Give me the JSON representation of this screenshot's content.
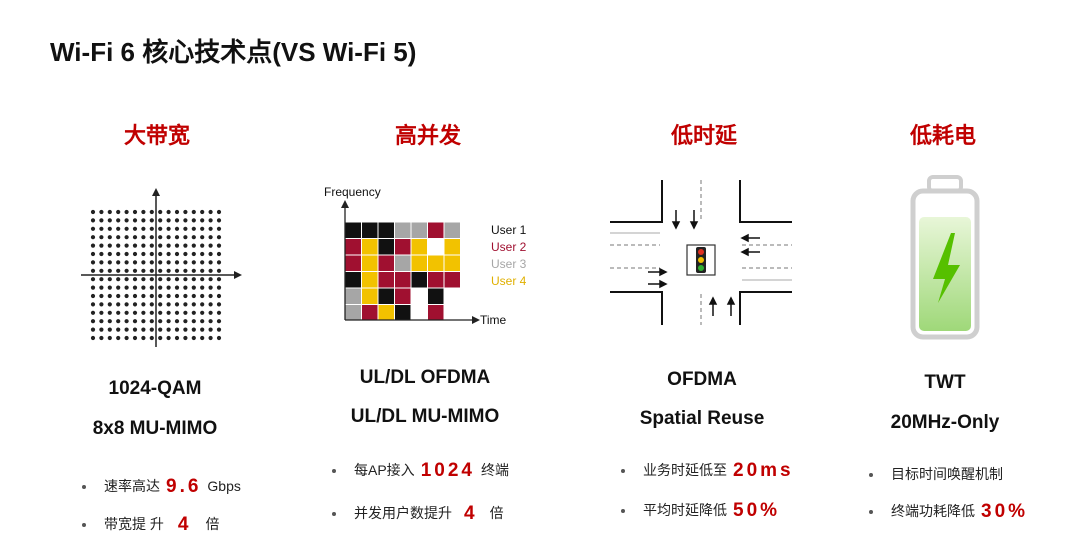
{
  "title": "Wi-Fi 6 核心技术点(VS Wi-Fi 5)",
  "columns": [
    {
      "heading": "大带宽",
      "tech": [
        "1024-QAM",
        "8x8 MU-MIMO"
      ],
      "bullets": [
        {
          "pre": "速率高达",
          "hl": "9.6",
          "post": "Gbps"
        },
        {
          "pre": "带宽提 升",
          "hl": "4",
          "post": "倍"
        }
      ]
    },
    {
      "heading": "高并发",
      "tech": [
        "UL/DL OFDMA",
        "UL/DL MU-MIMO"
      ],
      "bullets": [
        {
          "pre": "每AP接入",
          "hl": "1024",
          "post": "终端"
        },
        {
          "pre": "并发用户数提升",
          "hl": "4",
          "post": "倍"
        }
      ]
    },
    {
      "heading": "低时延",
      "tech": [
        "OFDMA",
        "Spatial Reuse"
      ],
      "bullets": [
        {
          "pre": "业务时延低至",
          "hl": "20ms",
          "post": ""
        },
        {
          "pre": "平均时延降低",
          "hl": "50%",
          "post": ""
        }
      ]
    },
    {
      "heading": "低耗电",
      "tech": [
        "TWT",
        "20MHz-Only"
      ],
      "bullets": [
        {
          "pre": "目标时间唤醒机制",
          "hl": "",
          "post": ""
        },
        {
          "pre": "终端功耗降低",
          "hl": "30%",
          "post": ""
        }
      ]
    }
  ],
  "ofdma_diagram": {
    "y_label": "Frequency",
    "x_label": "Time",
    "legend": [
      "User 1",
      "User 2",
      "User 3",
      "User 4"
    ],
    "colors": {
      "user1": "#111111",
      "user2": "#a01030",
      "user3": "#a6a6a6",
      "user4": "#f2c200"
    }
  }
}
